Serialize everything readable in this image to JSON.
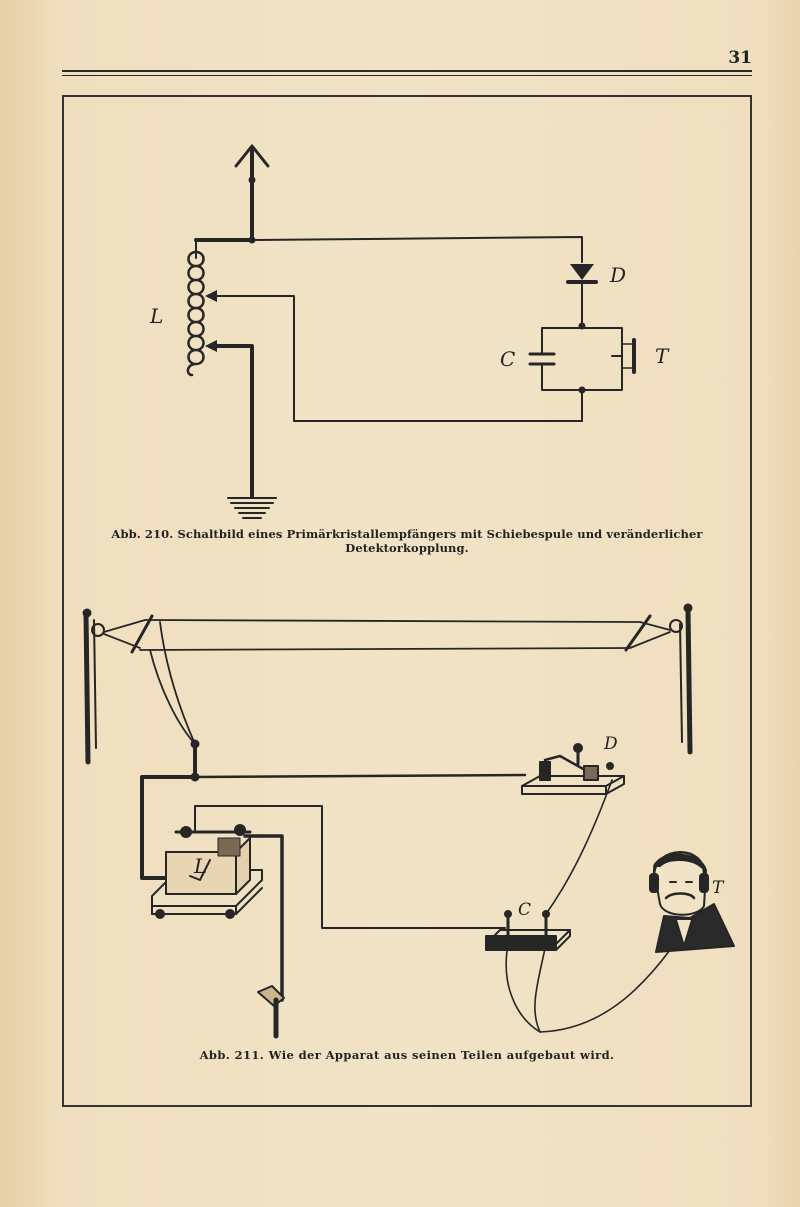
{
  "page": {
    "number": "31"
  },
  "figure_210": {
    "labels": {
      "coil": "L",
      "detector": "D",
      "capacitor": "C",
      "telephone": "T"
    },
    "caption": "Abb. 210. Schaltbild eines Primärkristallempfängers mit Schiebespule und veränderlicher Detektorkopplung."
  },
  "figure_211": {
    "labels": {
      "coil": "L",
      "detector": "D",
      "capacitor": "C",
      "telephone": "T"
    },
    "caption": "Abb. 211. Wie der Apparat aus seinen Teilen aufgebaut wird."
  }
}
